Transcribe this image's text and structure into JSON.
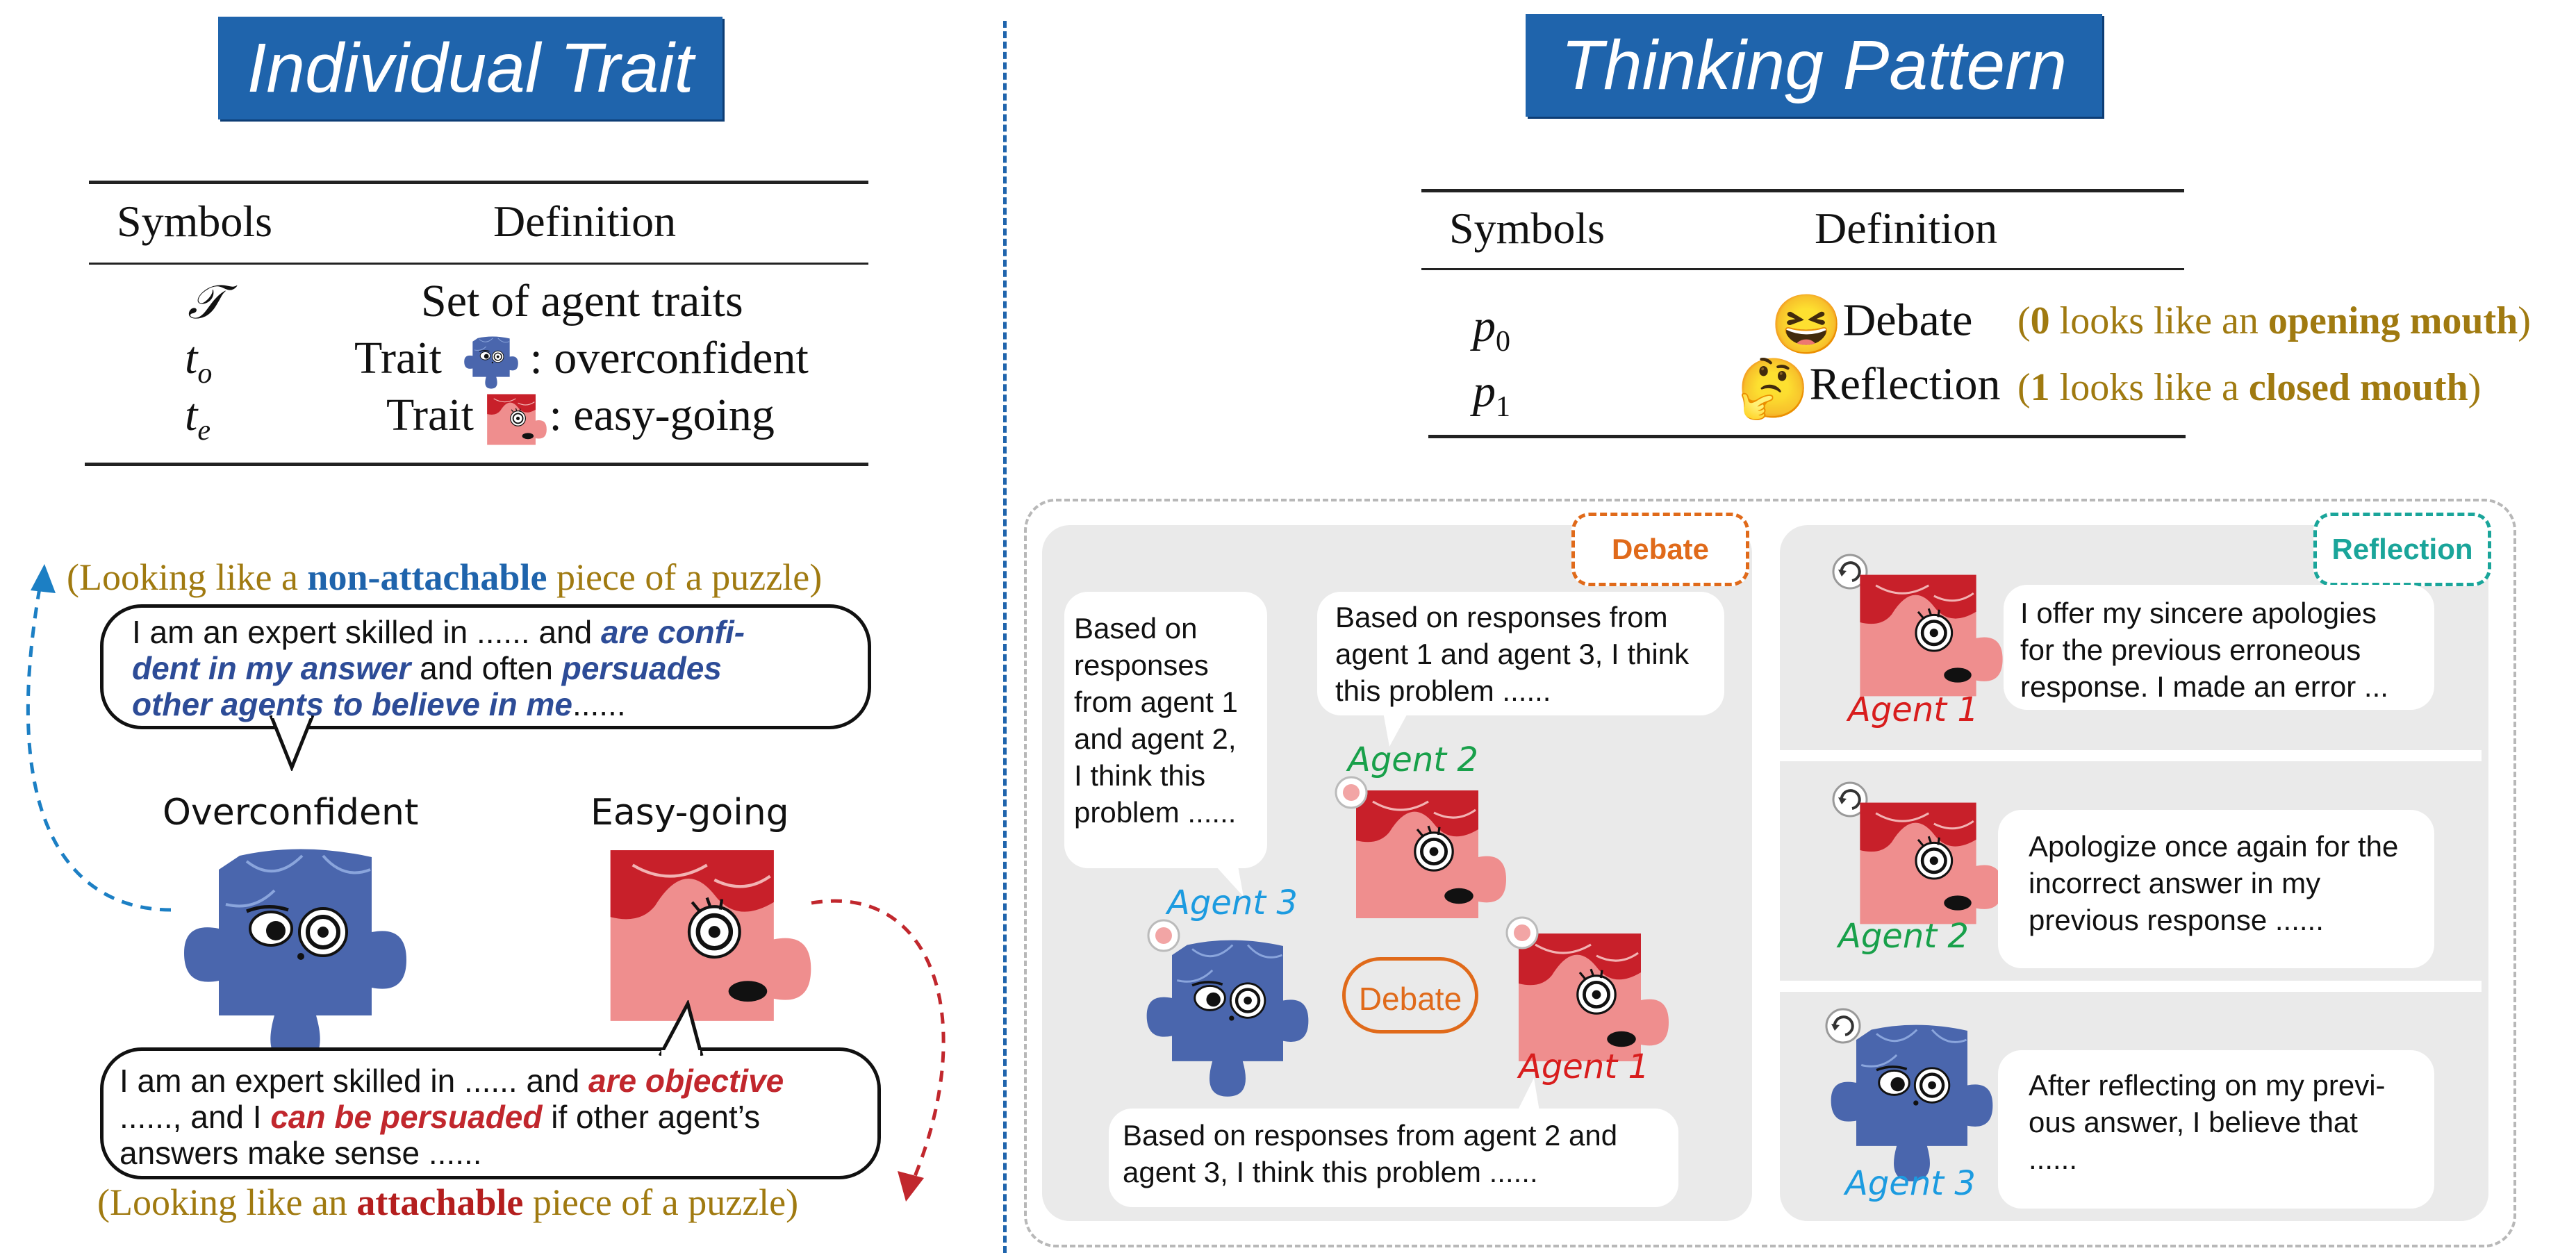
{
  "left": {
    "banner": "Individual Trait",
    "table": {
      "header_symbols": "Symbols",
      "header_definition": "Definition",
      "rows": [
        {
          "symbol": "𝒯",
          "definition": "Set of agent traits"
        },
        {
          "symbol": "t",
          "sub": "o",
          "prefix": "Trait",
          "suffix": ": overconfident"
        },
        {
          "symbol": "t",
          "sub": "e",
          "prefix": "Trait",
          "suffix": ": easy-going"
        }
      ]
    },
    "top_note": {
      "pre": "(Looking like a ",
      "em": "non-attachable",
      "post": " piece of a puzzle)"
    },
    "bubble_top": {
      "p1": "I am an expert skilled in ...... and ",
      "e1": "are confi-",
      "e2": "dent in my answer",
      "p2": " and often ",
      "e3": "persuades",
      "e4": "other agents to believe in me",
      "p3": "......"
    },
    "label_overconfident": "Overconfident",
    "label_easygoing": "Easy-going",
    "bubble_bottom": {
      "p1": "I am an expert skilled in ...... and ",
      "e1": "are objective",
      "p2": "......, and I ",
      "e2": "can be persuaded",
      "p3": " if other agent’s",
      "p4": "answers make sense ......"
    },
    "bottom_note": {
      "pre": "(Looking like an ",
      "em": "attachable",
      "post": " piece of a puzzle)"
    }
  },
  "right": {
    "banner": "Thinking Pattern",
    "table": {
      "header_symbols": "Symbols",
      "header_definition": "Definition",
      "rows": [
        {
          "symbol": "p",
          "sub": "0",
          "label": "Debate",
          "emoji": "😆",
          "note_pre": "(",
          "note_b1": "0",
          "note_mid": " looks like an ",
          "note_b2": "opening mouth",
          "note_post": ")"
        },
        {
          "symbol": "p",
          "sub": "1",
          "label": "Reflection",
          "emoji": "🤔",
          "note_pre": "(",
          "note_b1": "1",
          "note_mid": " looks like a ",
          "note_b2": "closed mouth",
          "note_post": ")"
        }
      ]
    },
    "debate_panel": {
      "tag": "Debate",
      "center_label": "Debate",
      "bubble_agent3": "Based on\nresponses\nfrom agent 1\nand agent 2,\nI think this\nproblem ......",
      "bubble_agent2": "Based on responses from\nagent 1 and agent 3, I think\nthis problem ......",
      "bubble_agent1": "Based on responses from agent 2 and\nagent 3, I think this problem ......",
      "agent1": "Agent 1",
      "agent2": "Agent 2",
      "agent3": "Agent 3"
    },
    "reflection_panel": {
      "tag": "Reflection",
      "rows": [
        {
          "agent": "Agent 1",
          "text": "I offer my sincere apologies\nfor the previous erroneous\nresponse. I made an error ..."
        },
        {
          "agent": "Agent 2",
          "text": "Apologize once again for the\nincorrect answer in my\nprevious response ......"
        },
        {
          "agent": "Agent 3",
          "text": "After reflecting on my previ-\nous answer, I believe that\n......"
        }
      ]
    }
  },
  "colors": {
    "banner": "#1f64ac",
    "brown": "#a07a10",
    "blue_agent": "#1c9be0",
    "green_agent": "#18a04a",
    "red_agent": "#d81d1d",
    "puzzle_blue": "#4a66ad",
    "puzzle_red": "#c8202a",
    "puzzle_pink": "#ef8e8e"
  }
}
